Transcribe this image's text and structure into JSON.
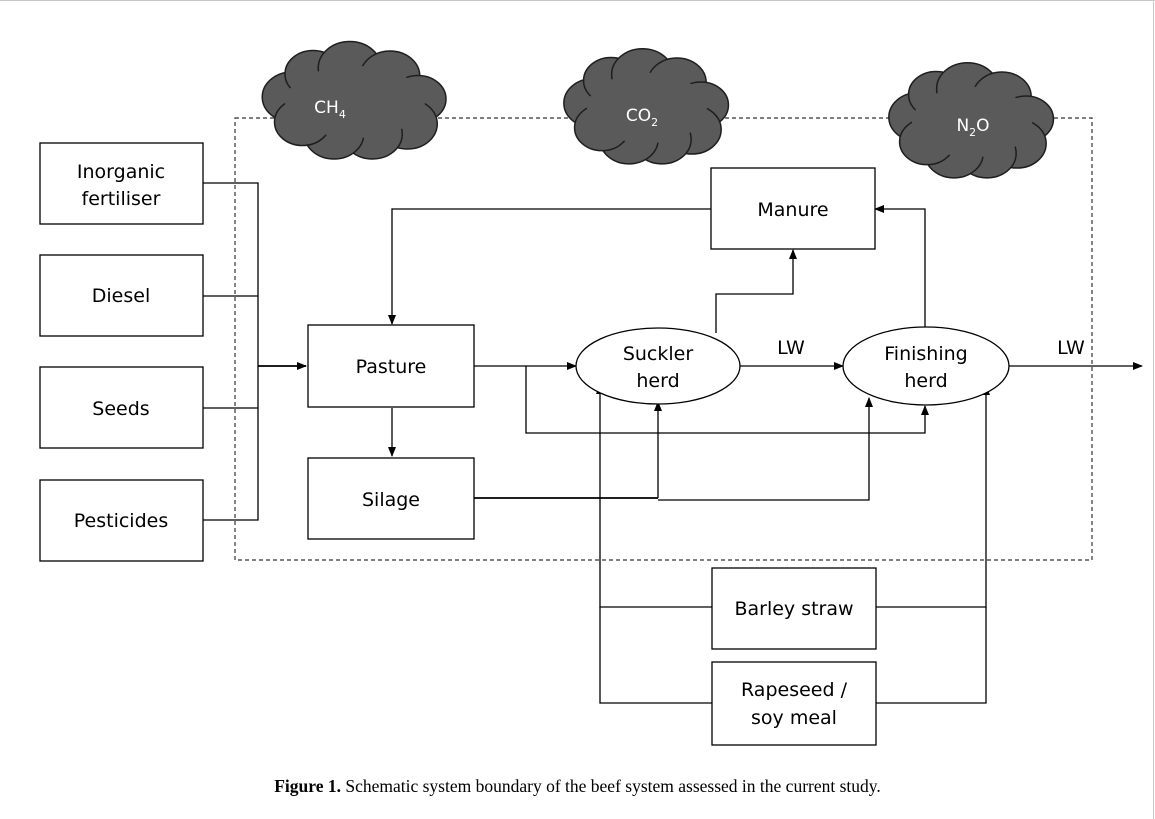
{
  "diagram": {
    "clouds": [
      {
        "base": "CH",
        "sub": "4",
        "suffix": ""
      },
      {
        "base": "CO",
        "sub": "2",
        "suffix": ""
      },
      {
        "base": "N",
        "sub": "2",
        "suffix": "O"
      }
    ],
    "inputs": {
      "inorganic_line1": "Inorganic",
      "inorganic_line2": "fertiliser",
      "diesel": "Diesel",
      "seeds": "Seeds",
      "pesticides": "Pesticides"
    },
    "nodes": {
      "pasture": "Pasture",
      "silage": "Silage",
      "manure": "Manure",
      "suckler_line1": "Suckler",
      "suckler_line2": "herd",
      "finishing_line1": "Finishing",
      "finishing_line2": "herd",
      "barley_straw": "Barley straw",
      "rapeseed_line1": "Rapeseed /",
      "rapeseed_line2": "soy meal"
    },
    "edge_labels": {
      "lw_1": "LW",
      "lw_2": "LW"
    },
    "colors": {
      "cloud_fill": "#5a5a5a",
      "line": "#000000"
    }
  },
  "caption": {
    "label": "Figure 1.",
    "text": " Schematic system boundary of the beef system assessed in the current study."
  }
}
